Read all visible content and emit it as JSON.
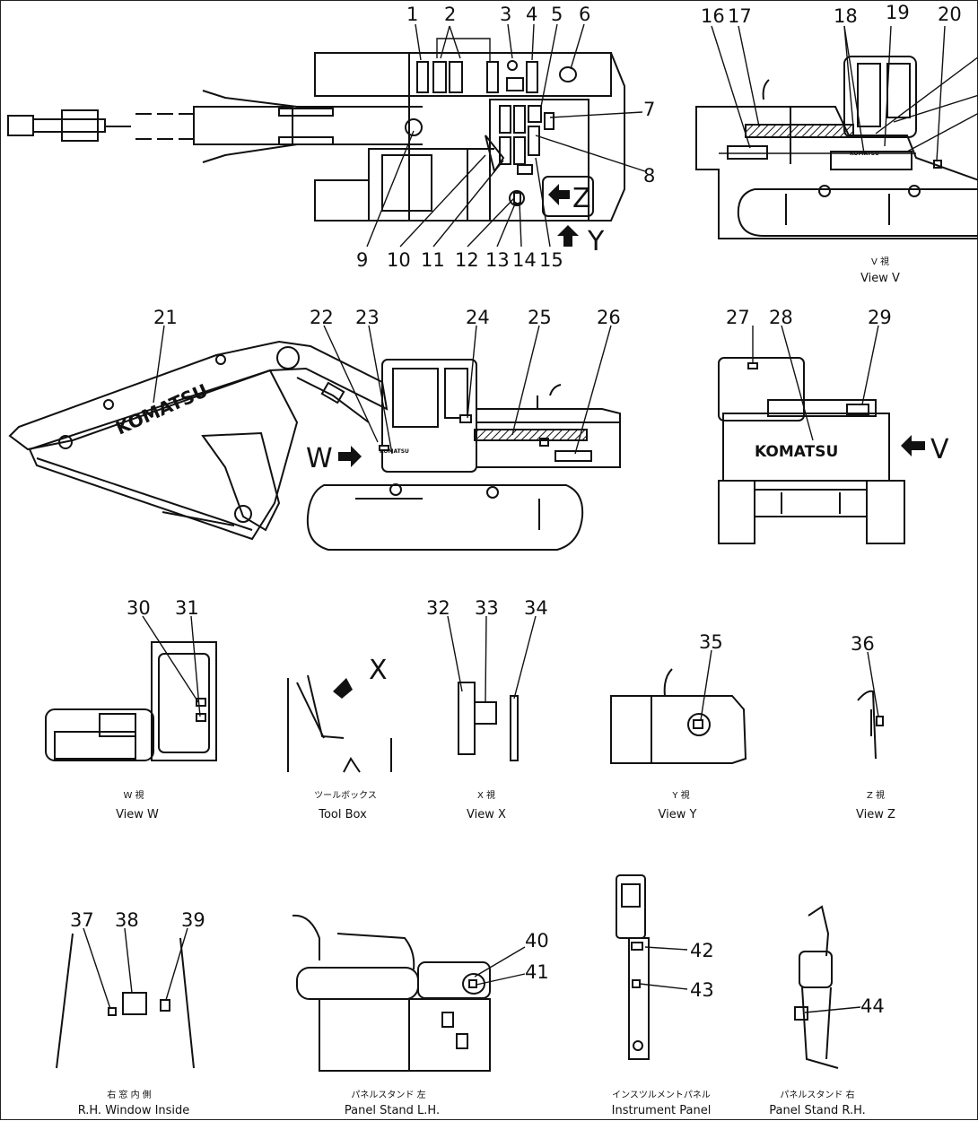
{
  "callouts": [
    "1",
    "2",
    "3",
    "4",
    "5",
    "6",
    "7",
    "8",
    "9",
    "10",
    "11",
    "12",
    "13",
    "14",
    "15",
    "16",
    "17",
    "18",
    "19",
    "20",
    "21",
    "22",
    "23",
    "24",
    "25",
    "26",
    "27",
    "28",
    "29",
    "30",
    "31",
    "32",
    "33",
    "34",
    "35",
    "36",
    "37",
    "38",
    "39",
    "40",
    "41",
    "42",
    "43",
    "44"
  ],
  "arrow_letters": {
    "z": "Z",
    "y": "Y",
    "w": "W",
    "v": "V",
    "x": "X"
  },
  "logo": {
    "boom": "KOMATSU",
    "rear": "KOMATSU"
  },
  "views": {
    "v": {
      "jp": "V 視",
      "en": "View V"
    },
    "w": {
      "jp": "W 視",
      "en": "View W"
    },
    "tool_box": {
      "jp": "ツールボックス",
      "en": "Tool Box"
    },
    "x": {
      "jp": "X 視",
      "en": "View X"
    },
    "y": {
      "jp": "Y 視",
      "en": "View Y"
    },
    "z": {
      "jp": "Z 視",
      "en": "View Z"
    },
    "rh_window": {
      "jp": "右 窓 内 側",
      "en": "R.H. Window Inside"
    },
    "panel_lh": {
      "jp": "パネルスタンド 左",
      "en": "Panel Stand L.H."
    },
    "instrument": {
      "jp": "インスツルメントパネル",
      "en": "Instrument Panel"
    },
    "panel_rh": {
      "jp": "パネルスタンド 右",
      "en": "Panel Stand R.H."
    }
  }
}
